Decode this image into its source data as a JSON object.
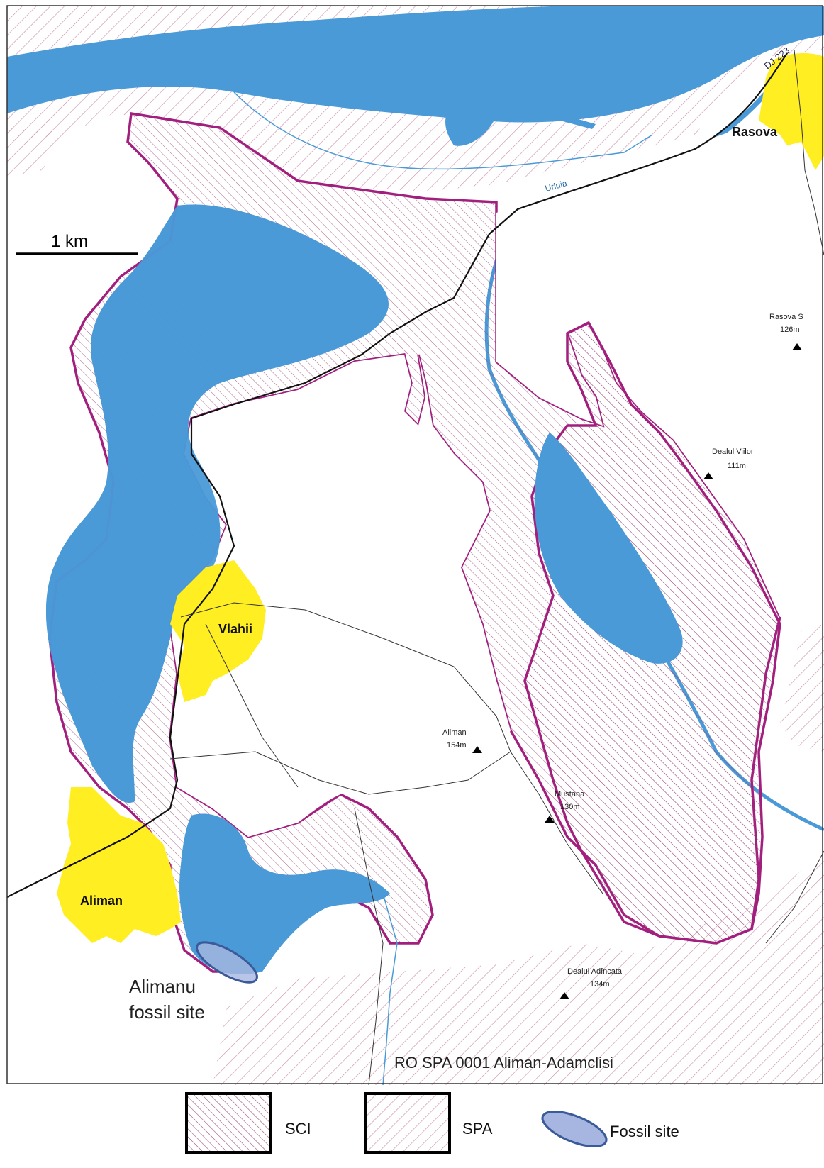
{
  "map": {
    "scale_bar_label": "1 km",
    "road_label": "DJ 223",
    "water_label": "Urluia",
    "settlements": {
      "rasova": "Rasova",
      "vlahii": "Vlahii",
      "aliman": "Aliman"
    },
    "peaks": {
      "rasova_s": {
        "name": "Rasova S",
        "elev": "126m"
      },
      "dealul_viilor": {
        "name": "Dealul Viilor",
        "elev": "111m"
      },
      "aliman": {
        "name": "Aliman",
        "elev": "154m"
      },
      "mustana": {
        "name": "Mustana",
        "elev": "130m"
      },
      "dealul_adincata": {
        "name": "Dealul Adîncata",
        "elev": "134m"
      }
    },
    "fossil_site_label_line1": "Alimanu",
    "fossil_site_label_line2": "fossil site",
    "spa_label": "RO SPA 0001 Aliman-Adamclisi"
  },
  "legend": {
    "sci": "SCI",
    "spa": "SPA",
    "fossil": "Fossil site"
  },
  "colors": {
    "water": "#4a9ad8",
    "settlement": "#ffee22",
    "sci_border": "#a21f7e",
    "hatch": "#c37a9c",
    "road": "#111111",
    "fossil_fill": "#a7b6e0",
    "fossil_stroke": "#3b5a9a"
  }
}
